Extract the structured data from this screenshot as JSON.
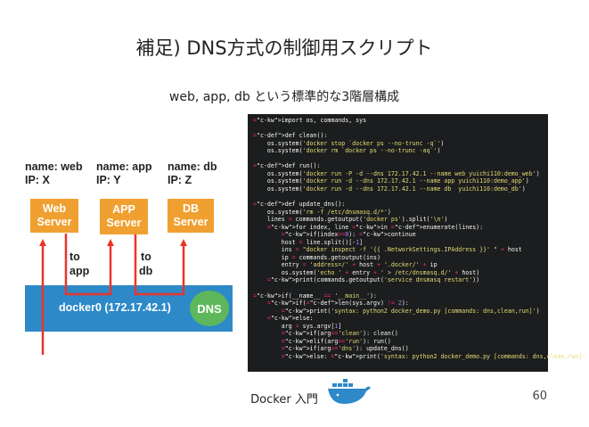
{
  "slide": {
    "title": "補足) DNS方式の制御用スクリプト",
    "subtitle": "web, app, db という標準的な3階層構成",
    "footer": "Docker 入門",
    "page_number": "60"
  },
  "diagram": {
    "containers": [
      {
        "name_label": "name: web",
        "ip_label": "IP: X",
        "box_line1": "Web",
        "box_line2": "Server"
      },
      {
        "name_label": "name: app",
        "ip_label": "IP: Y",
        "box_line1": "APP",
        "box_line2": "Server"
      },
      {
        "name_label": "name: db",
        "ip_label": "IP: Z",
        "box_line1": "DB",
        "box_line2": "Server"
      }
    ],
    "links": [
      {
        "line1": "to",
        "line2": "app"
      },
      {
        "line1": "to",
        "line2": "db"
      }
    ],
    "bridge_label": "docker0 (172.17.42.1)",
    "dns_label": "DNS",
    "colors": {
      "server_box": "#f0a030",
      "bridge": "#2d89c8",
      "dns": "#5eb85b",
      "arrows": "#e8352c"
    }
  },
  "code": {
    "lines": [
      "import os, commands, sys",
      "",
      "def clean():",
      "    os.system('docker stop `docker ps --no-trunc -q`')",
      "    os.system('docker rm `docker ps --no-trunc -aq`')",
      "",
      "def run():",
      "    os.system('docker run -P -d --dns 172.17.42.1 --name web yuichi110:demo_web')",
      "    os.system('docker run -d --dns 172.17.42.1 --name app yuichi110:demo_app')",
      "    os.system('docker run -d --dns 172.17.42.1 --name db  yuichi110:demo_db')",
      "",
      "def update_dns():",
      "    os.system('rm -f /etc/dnsmasq.d/*')",
      "    lines = commands.getoutput('docker ps').split('\\n')",
      "    for index, line in enumerate(lines):",
      "        if(index==0): continue",
      "        host = line.split()[-1]",
      "        ins = \"docker inspect -f '{{ .NetworkSettings.IPAddress }}' \" + host",
      "        ip = commands.getoutput(ins)",
      "        entry = 'address=/' + host + '.docker/' + ip",
      "        os.system('echo ' + entry + ' > /etc/dnsmasq.d/' + host)",
      "    print(commands.getoutput('service dnsmasq restart'))",
      "",
      "if(__name__ == '__main__'):",
      "    if(len(sys.argv) != 2):",
      "        print('syntax: python2 docker_demo.py [commands: dns,clean,run]')",
      "    else:",
      "        arg = sys.argv[1]",
      "        if(arg=='clean'): clean()",
      "        elif(arg=='run'): run()",
      "        if(arg=='dns'): update_dns()",
      "        else: print('syntax: python2 docker_demo.py [commands: dns,clean,run]')"
    ]
  },
  "icons": {
    "whale": "docker-whale-icon"
  }
}
